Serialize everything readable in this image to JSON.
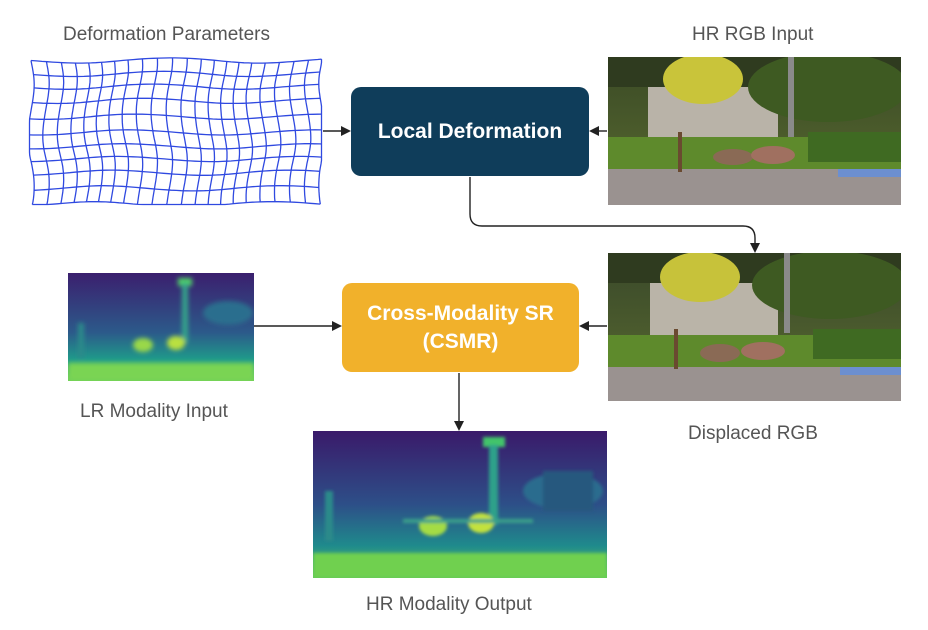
{
  "labels": {
    "deformation_parameters": "Deformation Parameters",
    "hr_rgb_input": "HR RGB Input",
    "lr_modality_input": "LR Modality Input",
    "displaced_rgb": "Displaced RGB",
    "hr_modality_output": "HR Modality Output"
  },
  "boxes": {
    "local_deformation": "Local Deformation",
    "csmr_line1": "Cross-Modality SR",
    "csmr_line2": "(CSMR)"
  },
  "colors": {
    "deform_box": "#0f3d5a",
    "csmr_box": "#f1b12b",
    "grid": "#2f49e0",
    "arrow": "#222222"
  }
}
